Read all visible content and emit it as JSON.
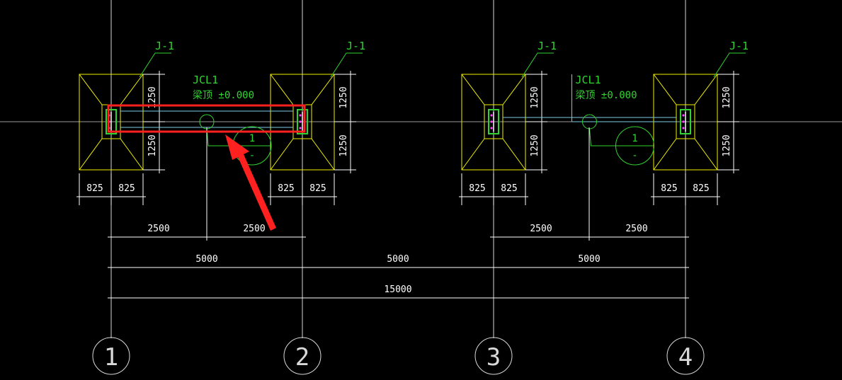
{
  "colors": {
    "background": "#000000",
    "grid": "#d8d8d8",
    "footing": "#f0f000",
    "label": "#31d431",
    "beam": "#7ec8e3",
    "highlight": "#ff2020",
    "arrow": "#ff2020",
    "dimension": "#ffffff",
    "rebar": "#ff40ff"
  },
  "axes": [
    "1",
    "2",
    "3",
    "4"
  ],
  "footings": [
    {
      "label": "J-1",
      "dim_left": "825",
      "dim_right": "825",
      "dim_top": "1250",
      "dim_bottom": "1250"
    },
    {
      "label": "J-1",
      "dim_left": "825",
      "dim_right": "825",
      "dim_top": "1250",
      "dim_bottom": "1250"
    },
    {
      "label": "J-1",
      "dim_left": "825",
      "dim_right": "825",
      "dim_top": "1250",
      "dim_bottom": "1250"
    },
    {
      "label": "J-1",
      "dim_left": "825",
      "dim_right": "825",
      "dim_top": "1250",
      "dim_bottom": "1250"
    }
  ],
  "beams": [
    {
      "name": "JCL1",
      "elevation": "梁顶 ±0.000",
      "section_number": "1",
      "section_sub": "-",
      "highlighted": true
    },
    {
      "name": "JCL1",
      "elevation": "梁顶 ±0.000",
      "section_number": "1",
      "section_sub": "-",
      "highlighted": false
    }
  ],
  "dimension_rows": {
    "half_spans": [
      "2500",
      "2500",
      "2500",
      "2500"
    ],
    "bays": [
      "5000",
      "5000",
      "5000"
    ],
    "total": "15000"
  }
}
